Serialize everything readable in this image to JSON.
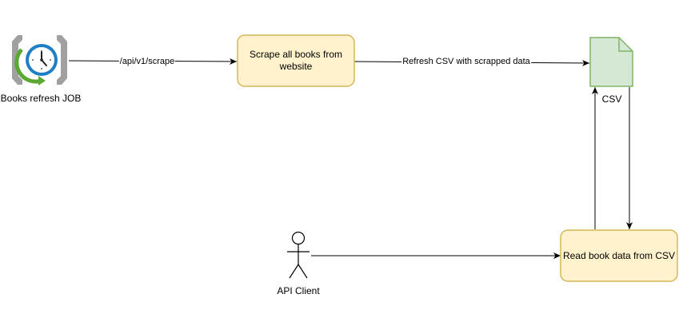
{
  "nodes": {
    "job": {
      "label": "Books refresh JOB"
    },
    "scrape": {
      "label": "Scrape all books from website"
    },
    "csv": {
      "label": "CSV"
    },
    "read": {
      "label": "Read book data from CSV"
    },
    "client": {
      "label": "API Client"
    }
  },
  "edges": {
    "job_to_scrape": {
      "label": "/api/v1/scrape"
    },
    "scrape_to_csv": {
      "label": "Refresh CSV with scrapped data"
    }
  },
  "colors": {
    "process_fill": "#fff2cc",
    "process_stroke": "#d6b656",
    "document_fill": "#d5e8d4",
    "document_stroke": "#82b366",
    "line": "#000000",
    "icon_frame": "#a0a0a0",
    "icon_clock_face": "#1e7fc4",
    "icon_arrow": "#5aa831"
  },
  "icons": {
    "job": "scheduled-job-clock-icon",
    "client": "stick-figure-actor-icon"
  }
}
